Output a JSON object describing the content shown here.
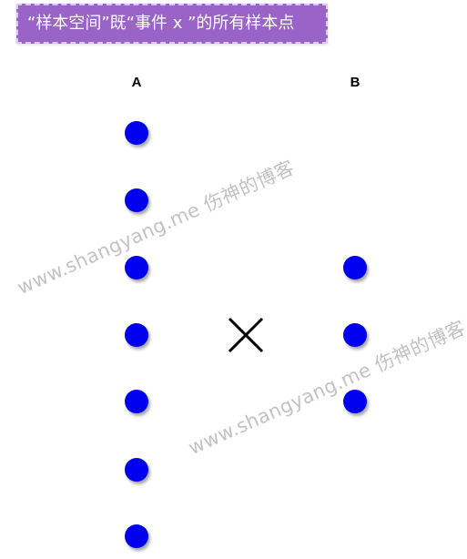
{
  "title": "“样本空间”既“事件 x ”的所有样本点",
  "columns": {
    "a_label": "A",
    "b_label": "B"
  },
  "column_a_point_count": 7,
  "column_b_point_count": 3,
  "cross_icon": "x-mark-icon",
  "point_color": "#0000ee",
  "title_background": "#9a63c7",
  "watermark_text": "www.shangyang.me 伤神的博客"
}
